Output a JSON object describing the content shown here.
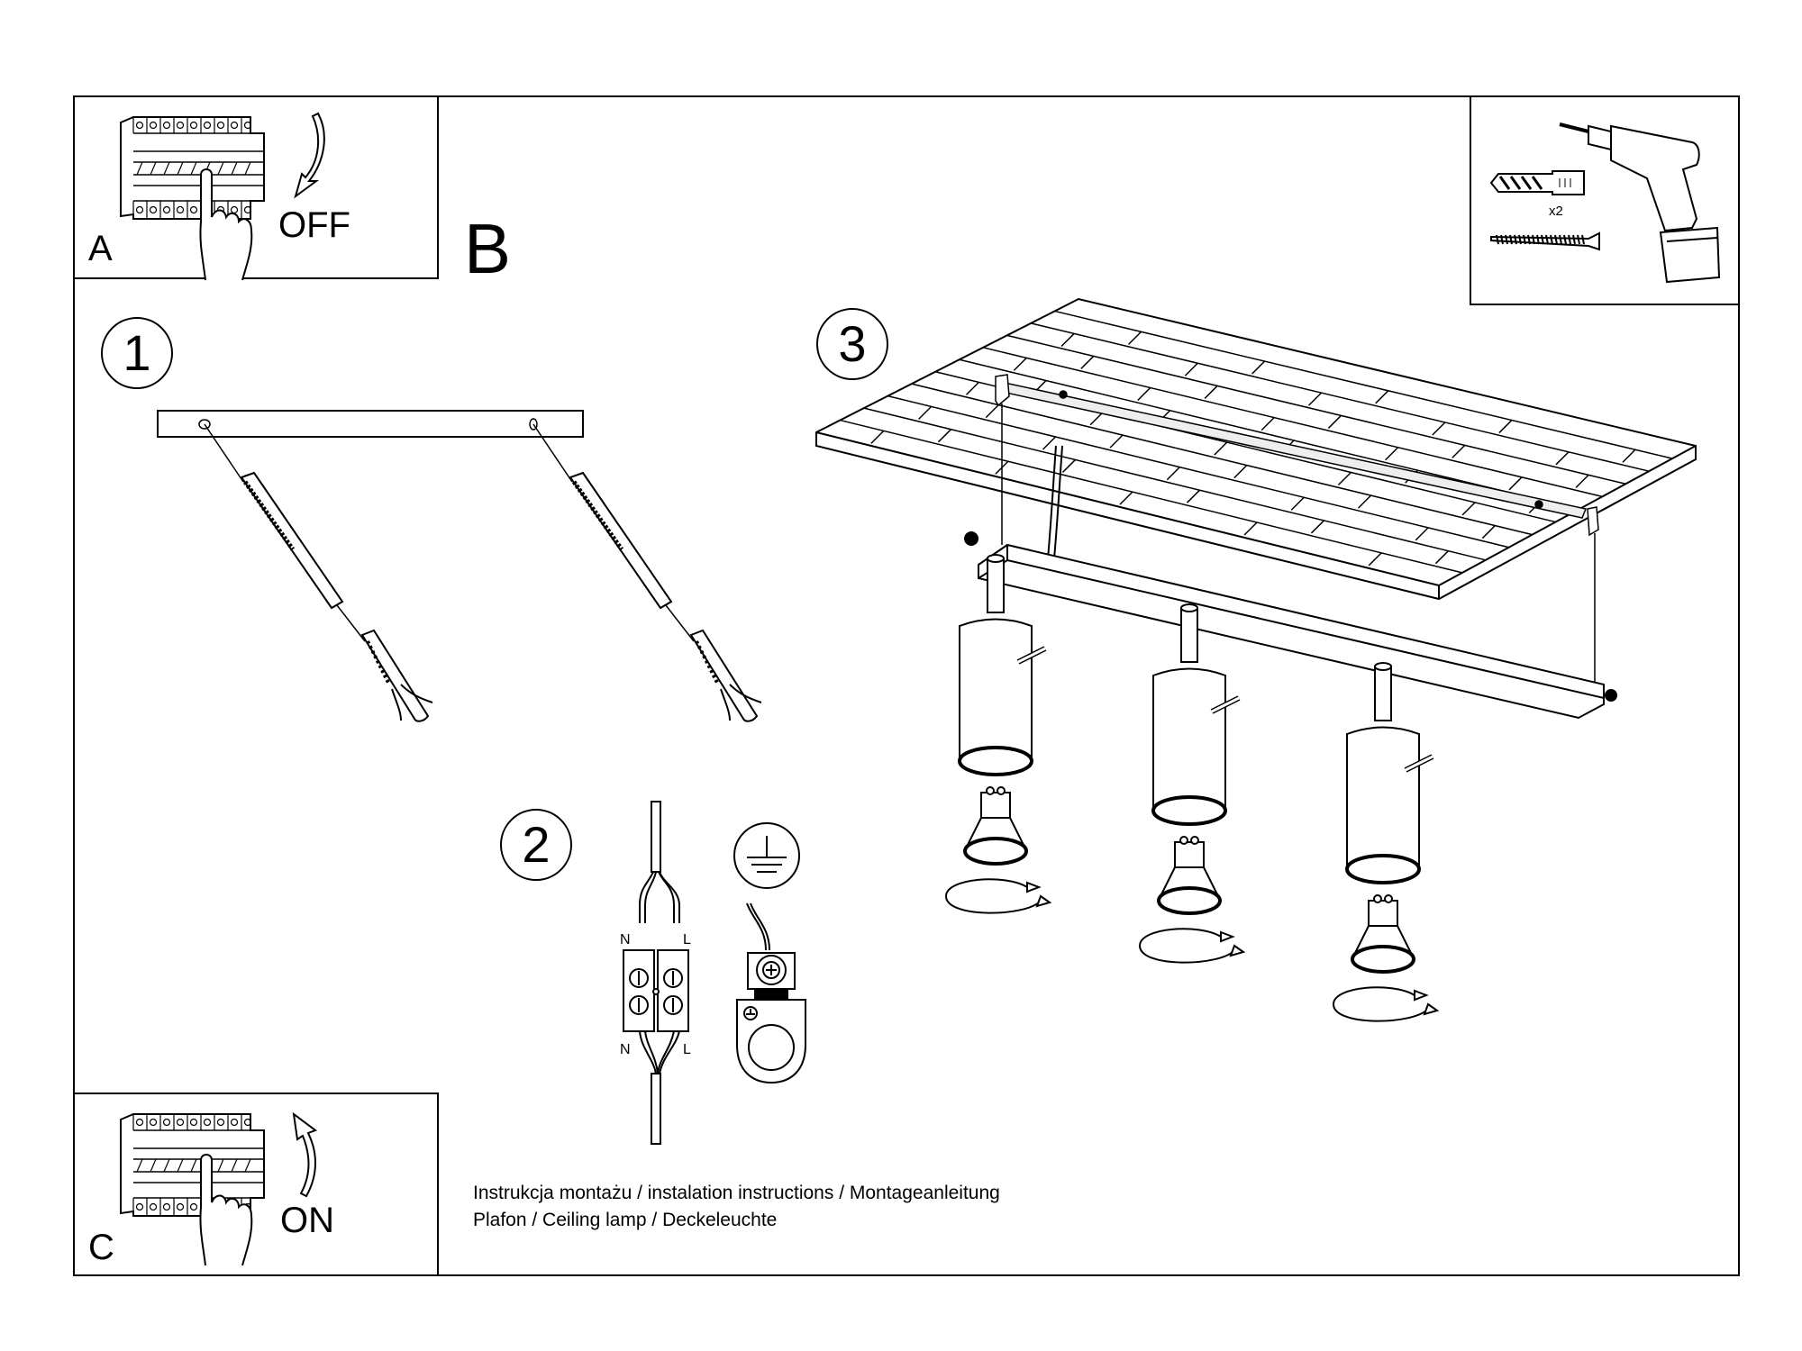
{
  "document": {
    "type": "assembly-instructions",
    "product": "Ceiling lamp",
    "light_points": 3
  },
  "panels": {
    "a": {
      "letter": "A",
      "switch_state": "OFF",
      "action": "switch off power at breaker"
    },
    "b": {
      "letter": "B"
    },
    "c": {
      "letter": "C",
      "switch_state": "ON",
      "action": "switch on power at breaker"
    }
  },
  "tools": {
    "items": [
      "wall-plug-icon",
      "screw-icon",
      "drill-icon"
    ],
    "quantity": "x2"
  },
  "steps": [
    {
      "number": "1",
      "description": "Drill holes through mounting bar positions, insert wall plugs and screws"
    },
    {
      "number": "2",
      "description": "Connect N and L wires in terminal block; connect earth wire"
    },
    {
      "number": "3",
      "description": "Fix lamp to ceiling, insert GU10 bulbs and twist to lock"
    }
  ],
  "wiring": {
    "top_labels": [
      "N",
      "L"
    ],
    "bottom_labels": [
      "N",
      "L"
    ],
    "earth_symbol": "ground-icon"
  },
  "caption": {
    "line1": "Instrukcja montażu / instalation instructions / Montageanleitung",
    "line2": "Plafon / Ceiling lamp / Deckeleuchte"
  },
  "colors": {
    "ink": "#000000",
    "paper": "#ffffff"
  }
}
